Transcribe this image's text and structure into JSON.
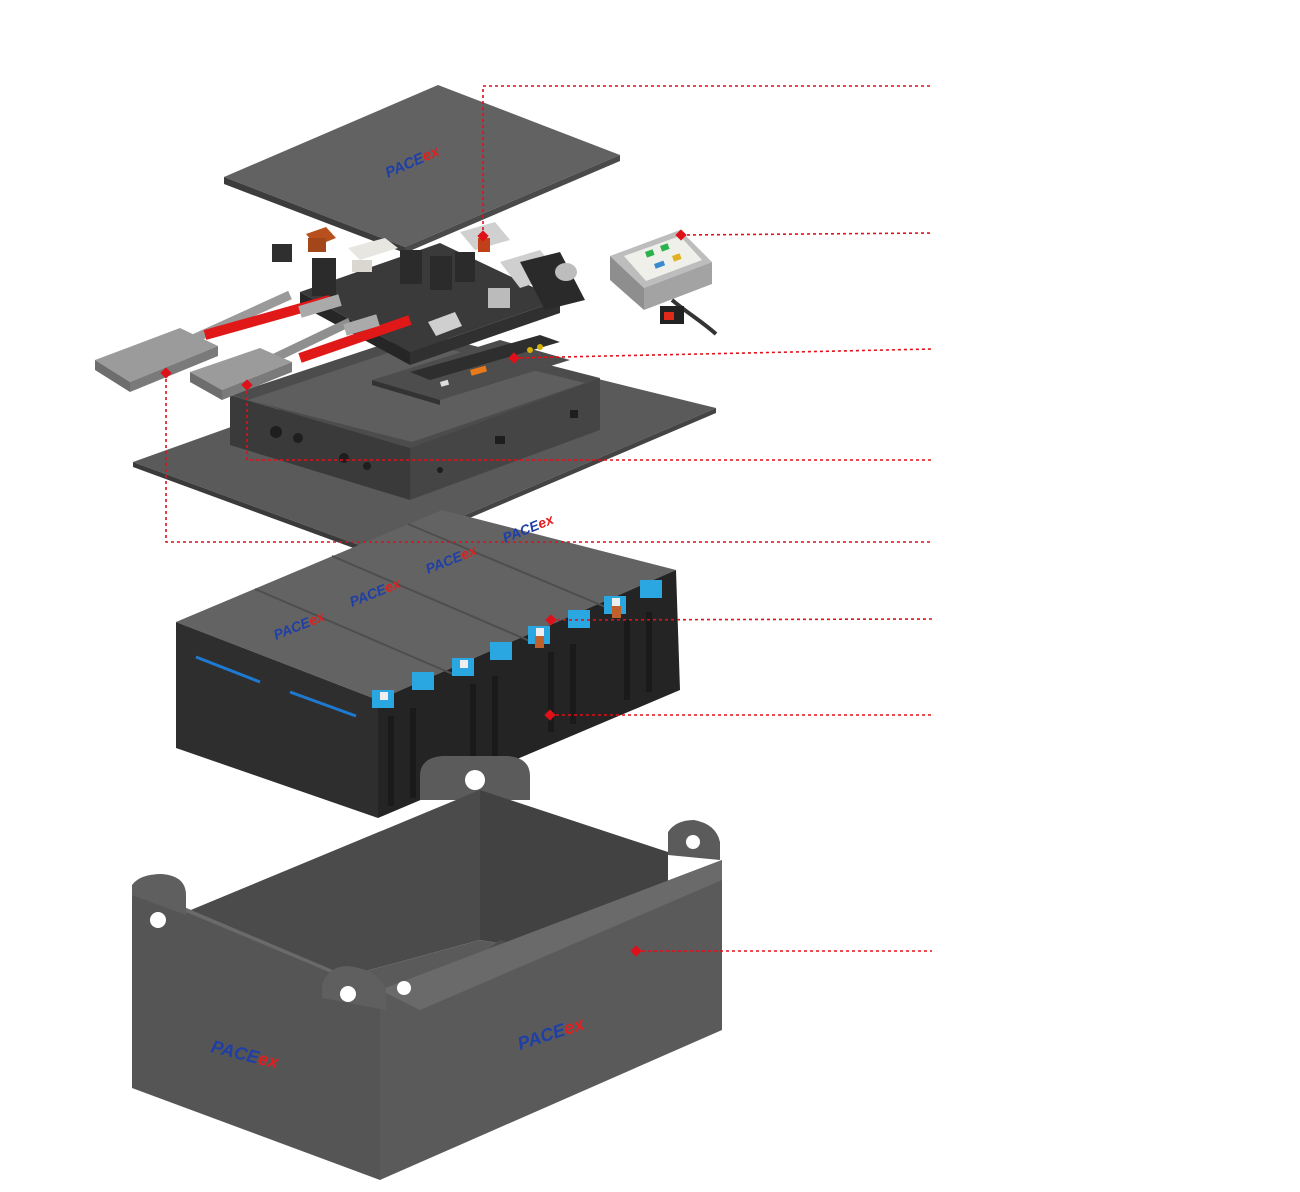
{
  "brand": {
    "pace": "PACE",
    "ex": "ex"
  },
  "colors": {
    "leader": "#e0101a",
    "panel": "#5f5f5f",
    "panel_dark": "#3f3f3f",
    "module_top": "#626262",
    "module_front": "#2e2e2e",
    "busbar_red": "#e01818",
    "terminal_blue": "#2aa7e0",
    "brand_blue": "#1f3fa8",
    "brand_red": "#e02020"
  },
  "icons": [
    "top-cover-plate",
    "contactor-assembly",
    "display-panel",
    "bms-control-unit",
    "electronics-frame",
    "connector-housing",
    "battery-module-stack",
    "enclosure-box"
  ]
}
